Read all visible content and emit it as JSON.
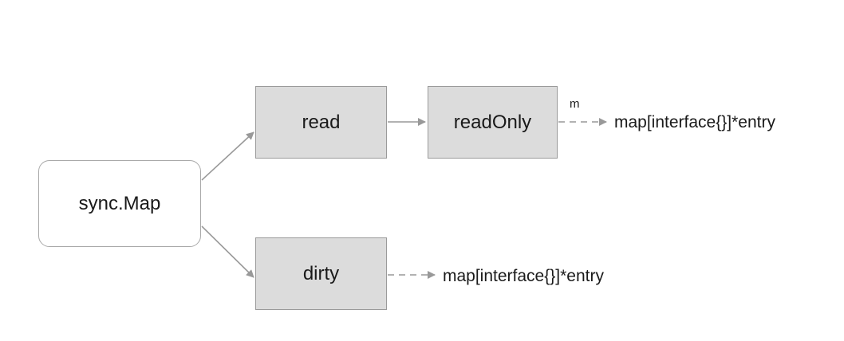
{
  "nodes": {
    "root": "sync.Map",
    "read": "read",
    "read_only": "readOnly",
    "dirty": "dirty"
  },
  "edges": {
    "readonly_field_label": "m"
  },
  "targets": {
    "readonly_map": "map[interface{}]*entry",
    "dirty_map": "map[interface{}]*entry"
  },
  "colors": {
    "box_fill": "#dcdcdc",
    "box_border": "#9a9a9a",
    "root_border": "#a9a9a9",
    "arrow": "#999999"
  }
}
